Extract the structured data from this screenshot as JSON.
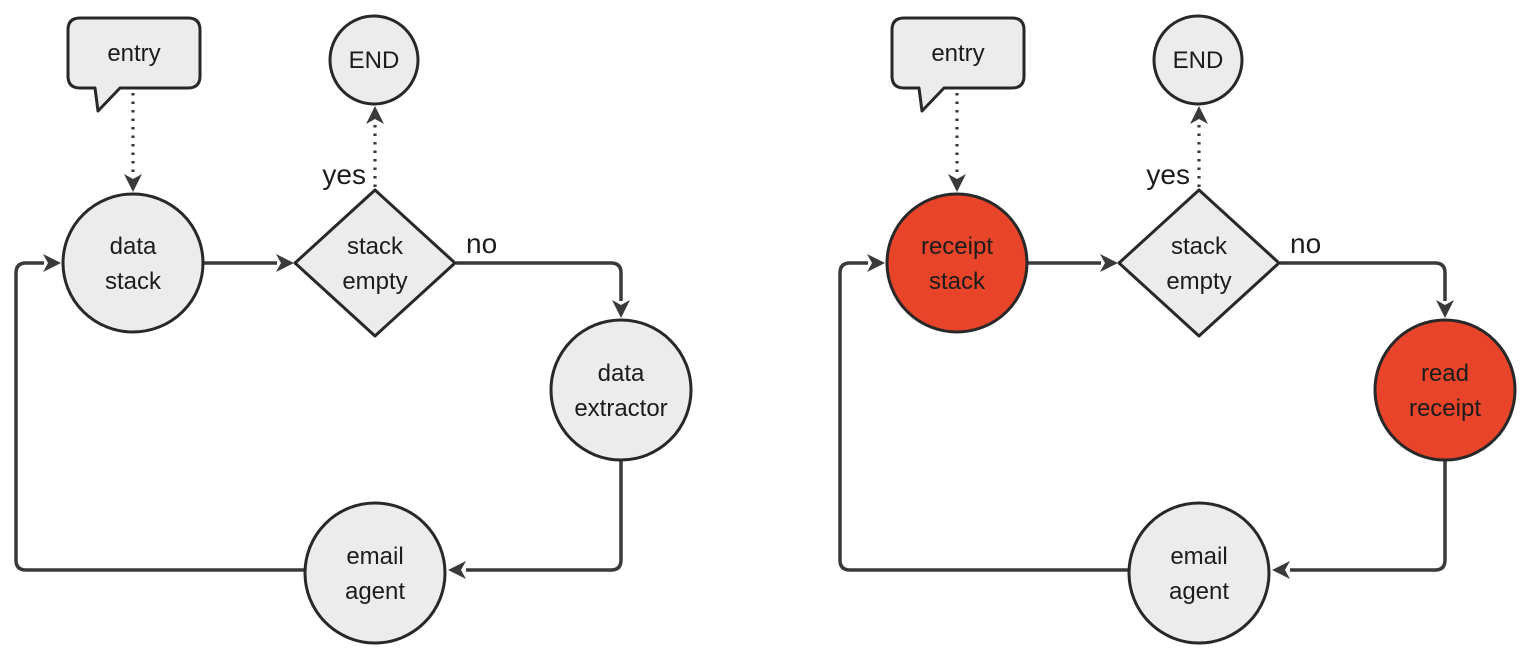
{
  "colors": {
    "node_fill": "#ececec",
    "highlight_fill": "#e8442a",
    "stroke": "#282828",
    "edge": "#3a3a3a",
    "text": "#1c1c1c"
  },
  "diagrams": [
    {
      "entry": {
        "label": "entry",
        "fill": "#ececec"
      },
      "end": {
        "label": "END",
        "fill": "#ececec"
      },
      "stack": {
        "line1": "data",
        "line2": "stack",
        "fill": "#ececec"
      },
      "decision": {
        "line1": "stack",
        "line2": "empty",
        "fill": "#ececec"
      },
      "reader": {
        "line1": "data",
        "line2": "extractor",
        "fill": "#ececec"
      },
      "agent": {
        "line1": "email",
        "line2": "agent",
        "fill": "#ececec"
      },
      "yes_label": "yes",
      "no_label": "no"
    },
    {
      "entry": {
        "label": "entry",
        "fill": "#ececec"
      },
      "end": {
        "label": "END",
        "fill": "#ececec"
      },
      "stack": {
        "line1": "receipt",
        "line2": "stack",
        "fill": "#e8442a"
      },
      "decision": {
        "line1": "stack",
        "line2": "empty",
        "fill": "#ececec"
      },
      "reader": {
        "line1": "read",
        "line2": "receipt",
        "fill": "#e8442a"
      },
      "agent": {
        "line1": "email",
        "line2": "agent",
        "fill": "#ececec"
      },
      "yes_label": "yes",
      "no_label": "no"
    }
  ]
}
